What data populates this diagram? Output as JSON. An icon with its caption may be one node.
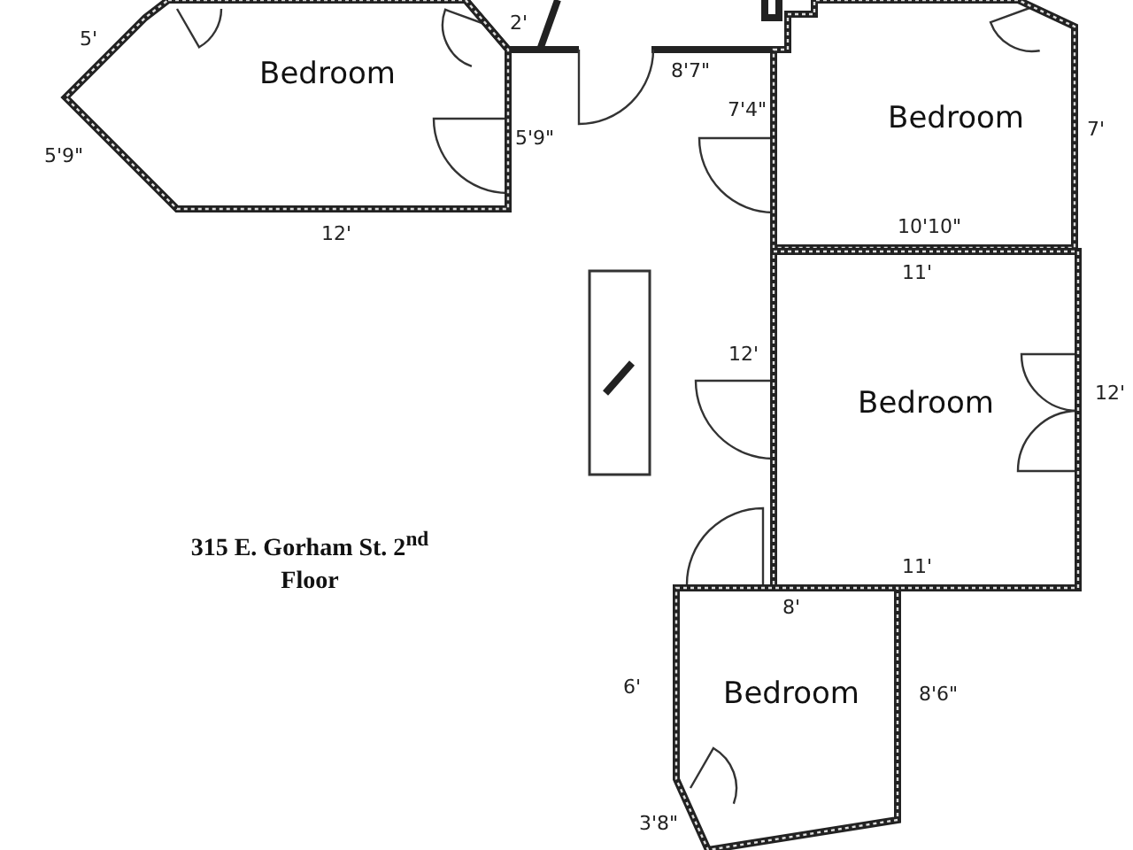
{
  "diagram": {
    "title": "315 E. Gorham St. 2$^{nd}$ Floor",
    "nodes": [
      {
        "text": [
          "Bedroom"
        ]
      },
      {
        "text": [
          "Bedroom"
        ]
      },
      {
        "text": [
          "Bedroom"
        ]
      },
      {
        "text": [
          "Bedroom"
        ]
      }
    ],
    "labels": [
      "5'",
      "2'",
      "5'9\"",
      "5'9\"",
      "12'",
      "8'7\"",
      "7'4\"",
      "7'",
      "10'10\"",
      "11'",
      "12'",
      "12'",
      "11'",
      "8'",
      "6'",
      "8'6\"",
      "3'8\""
    ]
  }
}
